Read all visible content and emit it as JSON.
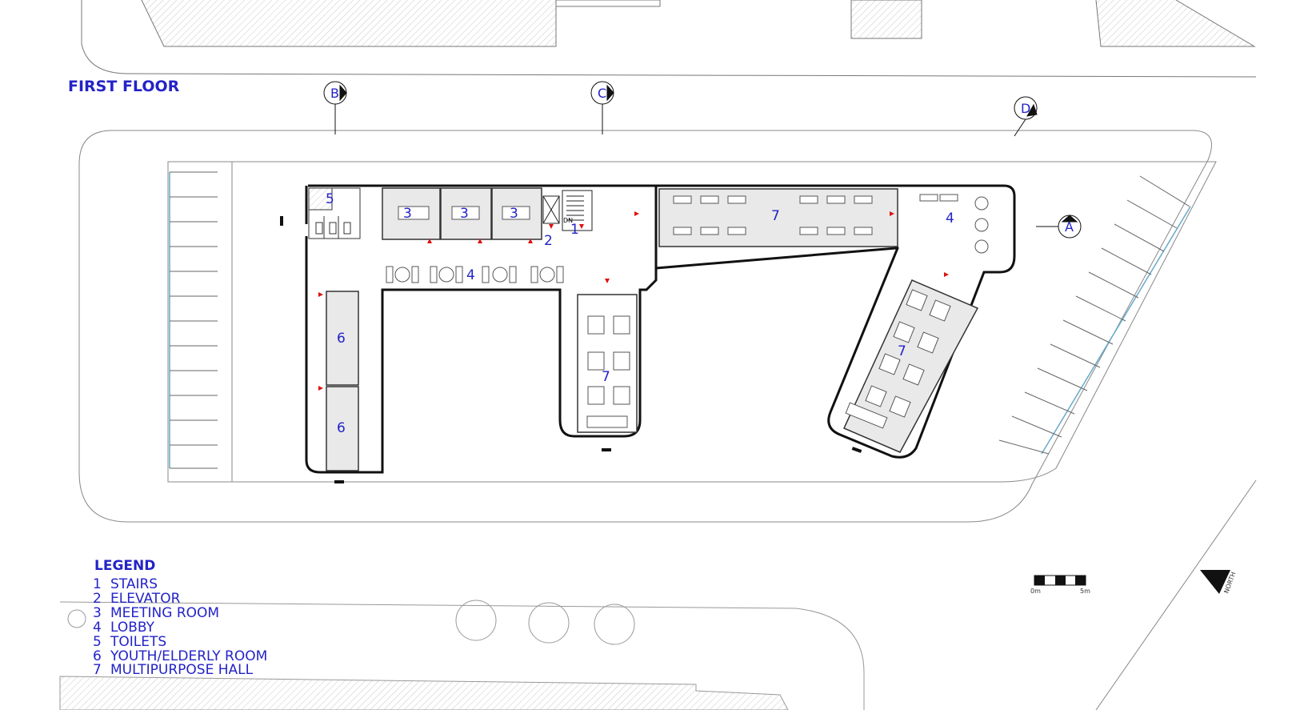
{
  "drawing": {
    "title": "FIRST FLOOR",
    "legend_title": "LEGEND",
    "legend": [
      {
        "num": "1",
        "label": "STAIRS"
      },
      {
        "num": "2",
        "label": "ELEVATOR"
      },
      {
        "num": "3",
        "label": "MEETING ROOM"
      },
      {
        "num": "4",
        "label": "LOBBY"
      },
      {
        "num": "5",
        "label": "TOILETS"
      },
      {
        "num": "6",
        "label": "YOUTH/ELDERLY ROOM"
      },
      {
        "num": "7",
        "label": "MULTIPURPOSE HALL"
      }
    ],
    "sections": [
      "A",
      "B",
      "C",
      "D"
    ],
    "scale": {
      "start": "0m",
      "end": "5m"
    },
    "north": "NORTH",
    "elevator_tag": "DN"
  },
  "colors": {
    "label": "#2323c8",
    "wall": "#111111",
    "hatch": "#c8c8c8",
    "room_fill": "#e9e9e9",
    "arrow": "#e01010"
  }
}
